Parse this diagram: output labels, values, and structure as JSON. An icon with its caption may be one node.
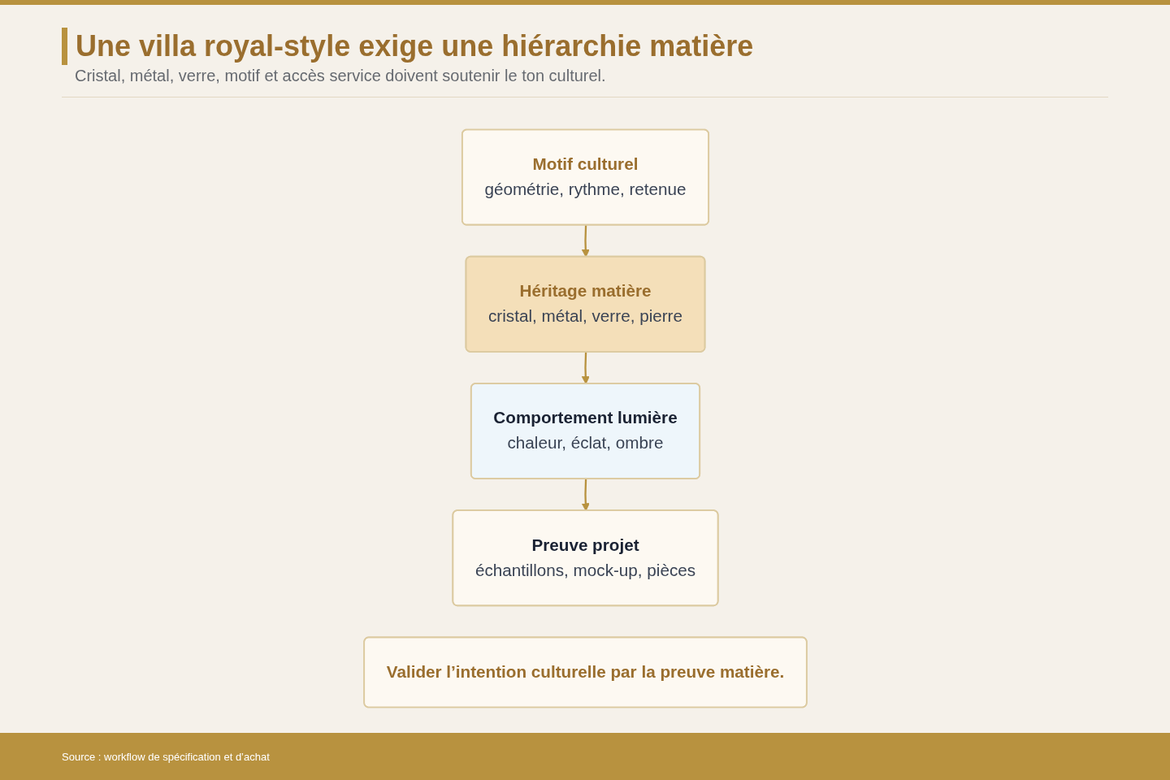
{
  "diagram": {
    "title": "Une villa royal-style exige une hiérarchie matière",
    "caption": "Source : workflow de spécification et d’achat",
    "nodes": [
      {
        "text": [
          "Motif culturel",
          "géométrie, rythme, retenue"
        ]
      },
      {
        "text": [
          "Héritage matière",
          "cristal, métal, verre, pierre"
        ]
      },
      {
        "text": [
          "Comportement lumière",
          "chaleur, éclat, ombre"
        ]
      },
      {
        "text": [
          "Preuve projet",
          "échantillons, mock-up, pièces"
        ]
      },
      {
        "text": [
          "Valider l’intention culturelle par la preuve matière."
        ]
      }
    ],
    "edges": [
      {
        "from": 0,
        "to": 1,
        "arrow": "to"
      },
      {
        "from": 1,
        "to": 2,
        "arrow": "to"
      },
      {
        "from": 2,
        "to": 3,
        "arrow": "to"
      }
    ],
    "labels": [
      "Cristal, métal, verre, motif et accès service doivent soutenir le ton culturel."
    ]
  }
}
